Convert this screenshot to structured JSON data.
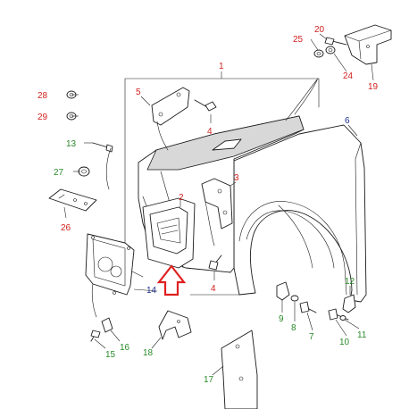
{
  "colors": {
    "red": "#d0201e",
    "green": "#2a8a2a",
    "blue": "#1f2f8f",
    "line": "#1a1a1a",
    "arrow": "#e02020"
  },
  "labels": {
    "l1": "1",
    "l2": "2",
    "l3": "3",
    "l4a": "4",
    "l4b": "4",
    "l5": "5",
    "l6": "6",
    "l7": "7",
    "l8": "8",
    "l9": "9",
    "l10": "10",
    "l11": "11",
    "l12": "12",
    "l13": "13",
    "l14": "14",
    "l15": "15",
    "l16": "16",
    "l17": "17",
    "l18": "18",
    "l19": "19",
    "l20": "20",
    "l24": "24",
    "l25": "25",
    "l26": "26",
    "l27": "27",
    "l28": "28",
    "l29": "29"
  }
}
